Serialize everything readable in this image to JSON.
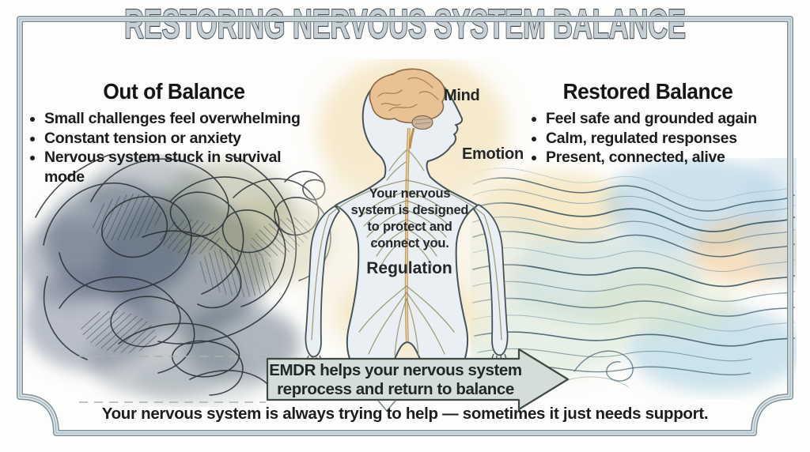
{
  "title": "RESTORING NERVOUS SYSTEM BALANCE",
  "left_panel": {
    "heading": "Out of Balance",
    "bullets": [
      "Small challenges feel overwhelming",
      "Constant tension or anxiety",
      "Nervous system stuck in survival mode"
    ]
  },
  "right_panel": {
    "heading": "Restored Balance",
    "bullets": [
      "Feel safe and grounded again",
      "Calm, regulated responses",
      "Present, connected, alive"
    ]
  },
  "figure": {
    "label_mind": "Mind",
    "label_emotion": "Emotion",
    "label_regulation": "Regulation",
    "message": "Your nervous system is designed to protect and connect you."
  },
  "arrow": {
    "line1": "EMDR helps your nervous system",
    "line2": "reprocess and return to balance"
  },
  "footer": "Your nervous system is always trying to help — sometimes it just needs support.",
  "colors": {
    "frame": "#7d929c",
    "title_fill": "#c6d0d4",
    "title_stroke": "#44525a",
    "nerve_gold": "#c59e5e",
    "body_fill": "#e9eff3",
    "chaos_ink": "#262d33",
    "calm_wave": "#3c5864",
    "arrow_fill": "#d4ddd7"
  }
}
